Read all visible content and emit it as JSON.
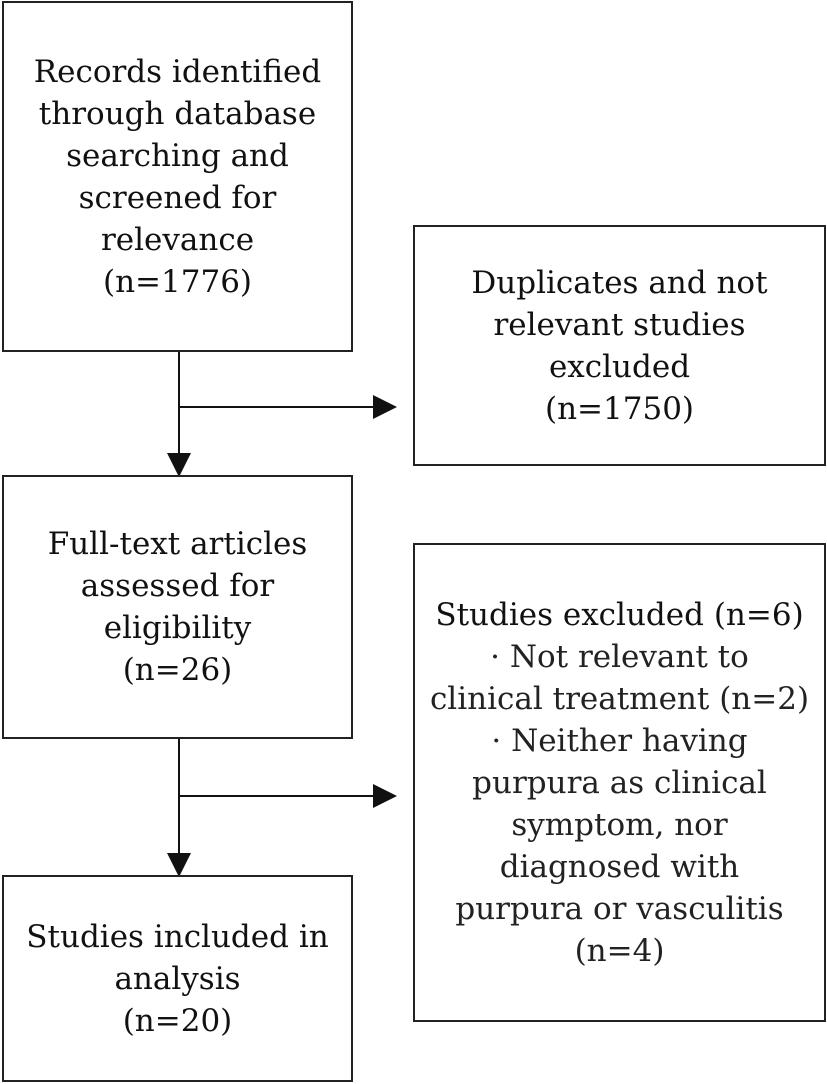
{
  "boxes": {
    "identified": {
      "lines": [
        "Records identified",
        "through database",
        "searching and",
        "screened for",
        "relevance",
        "(n=1776)"
      ]
    },
    "duplicates": {
      "lines": [
        "Duplicates and not",
        "relevant studies",
        "excluded",
        "(n=1750)"
      ]
    },
    "fulltext": {
      "lines": [
        "Full-text articles",
        "assessed for",
        "eligibility",
        "(n=26)"
      ]
    },
    "excluded": {
      "title": "Studies excluded (n=6)",
      "lines": [
        "· Not relevant to",
        "clinical treatment (n=2)",
        "· Neither having",
        "purpura as clinical",
        "symptom, nor",
        "diagnosed with",
        "purpura or vasculitis",
        "(n=4)"
      ]
    },
    "included": {
      "lines": [
        "Studies included in",
        "analysis",
        "(n=20)"
      ]
    }
  }
}
